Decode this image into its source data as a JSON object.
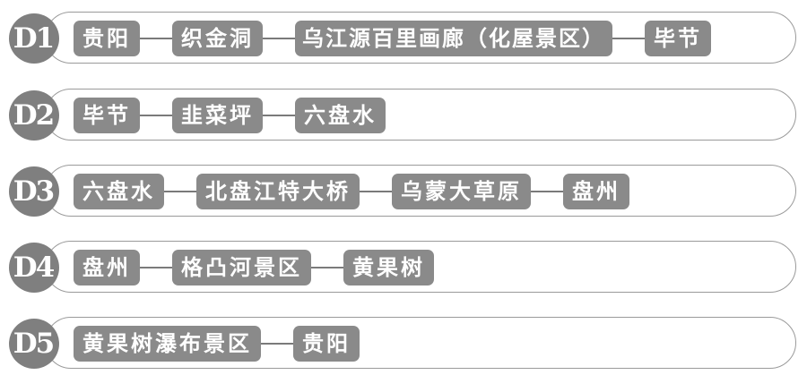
{
  "itinerary": [
    {
      "day": "D1",
      "stops": [
        "贵阳",
        "织金洞",
        "乌江源百里画廊（化屋景区）",
        "毕节"
      ]
    },
    {
      "day": "D2",
      "stops": [
        "毕节",
        "韭菜坪",
        "六盘水"
      ]
    },
    {
      "day": "D3",
      "stops": [
        "六盘水",
        "北盘江特大桥",
        "乌蒙大草原",
        "盘州"
      ]
    },
    {
      "day": "D4",
      "stops": [
        "盘州",
        "格凸河景区",
        "黄果树"
      ]
    },
    {
      "day": "D5",
      "stops": [
        "黄果树瀑布景区",
        "贵阳"
      ]
    }
  ],
  "colors": {
    "badge": "#7f7f7f",
    "stop": "#8a8a8a",
    "border": "#9a9a9a",
    "text": "#ffffff"
  }
}
